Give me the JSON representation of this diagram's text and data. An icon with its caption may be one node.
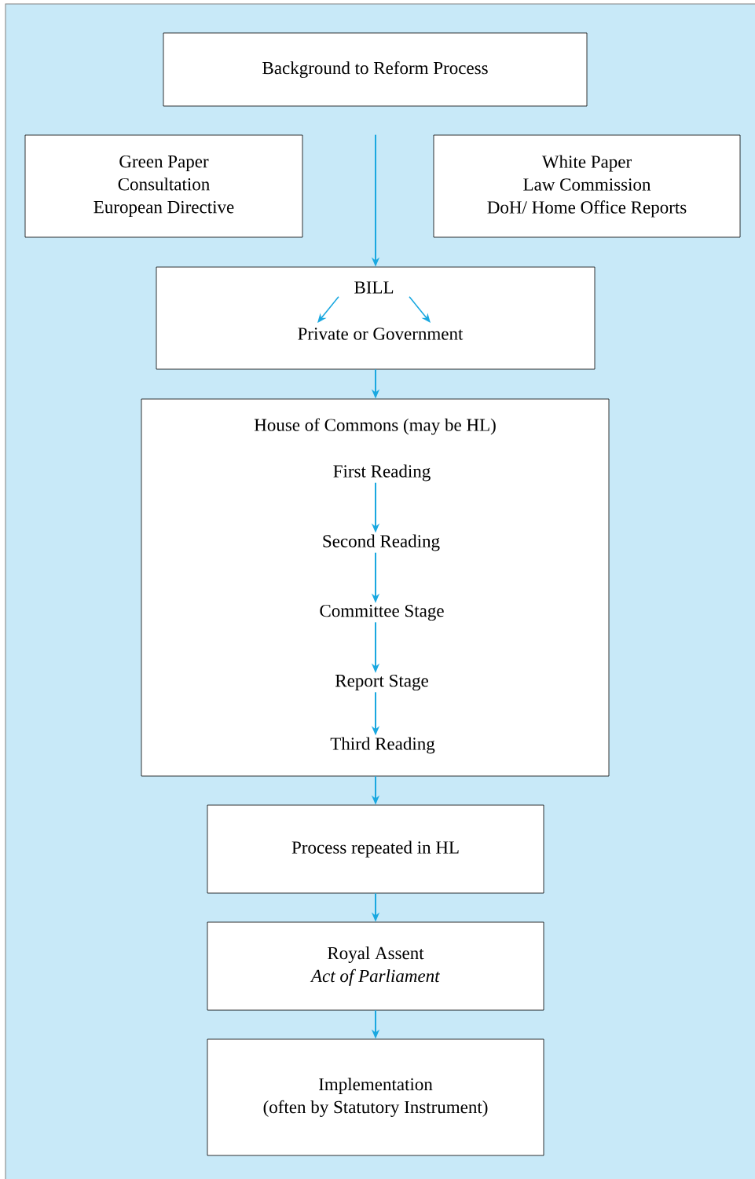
{
  "diagram": {
    "nodes": [
      {
        "text": [
          "Background to Reform Process"
        ]
      },
      {
        "text": [
          "Green Paper",
          "Consultation",
          "European Directive"
        ]
      },
      {
        "text": [
          "White Paper",
          "Law Commission",
          "DoH/ Home Office Reports"
        ]
      },
      {
        "text": [],
        "shape": "box"
      },
      {
        "text": [
          "BILL"
        ],
        "in": 3
      },
      {
        "text": [
          "Private or Government"
        ],
        "in": 3
      },
      {
        "text": [
          "House of Commons (may be HL)"
        ]
      },
      {
        "text": [
          "First Reading"
        ],
        "in": 6
      },
      {
        "text": [
          "Second Reading"
        ],
        "in": 6
      },
      {
        "text": [
          "Committee Stage"
        ],
        "in": 6
      },
      {
        "text": [
          "Report Stage"
        ],
        "in": 6
      },
      {
        "text": [
          "Third Reading"
        ],
        "in": 6
      },
      {
        "text": [
          "Process repeated in HL"
        ]
      },
      {
        "text": [
          "Royal Assent",
          "*Act of Parliament*"
        ]
      },
      {
        "text": [
          "Implementation",
          "(often by Statutory Instrument)"
        ]
      }
    ],
    "edges": [
      {
        "from": null,
        "to": 3,
        "arrow": "to"
      },
      {
        "from": 4,
        "to": 5,
        "arrow": "to"
      },
      {
        "from": 4,
        "to": 5,
        "arrow": "to"
      },
      {
        "from": 3,
        "to": 6,
        "arrow": "to"
      },
      {
        "from": 7,
        "to": 8,
        "arrow": "to"
      },
      {
        "from": 8,
        "to": 9,
        "arrow": "to"
      },
      {
        "from": 9,
        "to": 10,
        "arrow": "to"
      },
      {
        "from": 10,
        "to": 11,
        "arrow": "to"
      },
      {
        "from": 6,
        "to": 12,
        "arrow": "to"
      },
      {
        "from": 12,
        "to": 13,
        "arrow": "to"
      },
      {
        "from": 13,
        "to": 14,
        "arrow": "to"
      }
    ]
  }
}
